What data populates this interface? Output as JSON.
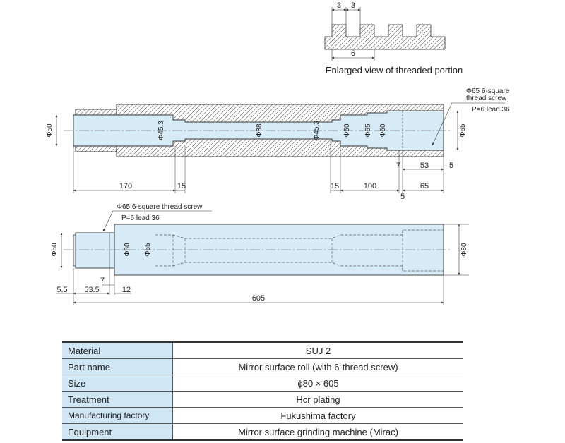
{
  "detail": {
    "pitch_a": "3",
    "pitch_b": "3",
    "lead": "6",
    "caption": "Enlarged view of threaded portion"
  },
  "view1": {
    "dia_left": "Φ50",
    "dia_45_left": "Φ45.3",
    "dia_38": "Φ38",
    "dia_45_right": "Φ45.3",
    "dia_50": "Φ50",
    "dia_65a": "Φ65",
    "dia_60": "Φ60",
    "dia_65_right": "Φ65",
    "thread_note_1": "Φ65 6-square",
    "thread_note_2": "thread screw",
    "thread_note_3": "P=6 lead 36",
    "len_170": "170",
    "len_15a": "15",
    "len_15b": "15",
    "len_100": "100",
    "len_65": "65",
    "len_5_bottom": "5",
    "len_7": "7",
    "len_53": "53",
    "len_5_right": "5"
  },
  "view2": {
    "thread_note_1": "Φ65 6-square thread screw",
    "thread_note_2": "P=6 lead 36",
    "dia_60_left": "Φ60",
    "dia_60": "Φ60",
    "dia_65": "Φ65",
    "dia_80": "Φ80",
    "len_7": "7",
    "len_5_5": "5.5",
    "len_53_5": "53.5",
    "len_12": "12",
    "len_605": "605"
  },
  "spec_table": {
    "rows": [
      {
        "key": "Material",
        "value": "SUJ 2"
      },
      {
        "key": "Part name",
        "value": "Mirror surface roll (with 6-thread screw)"
      },
      {
        "key": "Size",
        "value": "ϕ80 × 605"
      },
      {
        "key": "Treatment",
        "value": "Hcr plating"
      },
      {
        "key": "Manufacturing factory",
        "value": "Fukushima factory"
      },
      {
        "key": "Equipment",
        "value": "Mirror surface grinding machine (Mirac)"
      }
    ]
  },
  "colors": {
    "bore_fill": "#d8ecf7",
    "key_fill": "#cfe6f4",
    "line": "#333333"
  }
}
